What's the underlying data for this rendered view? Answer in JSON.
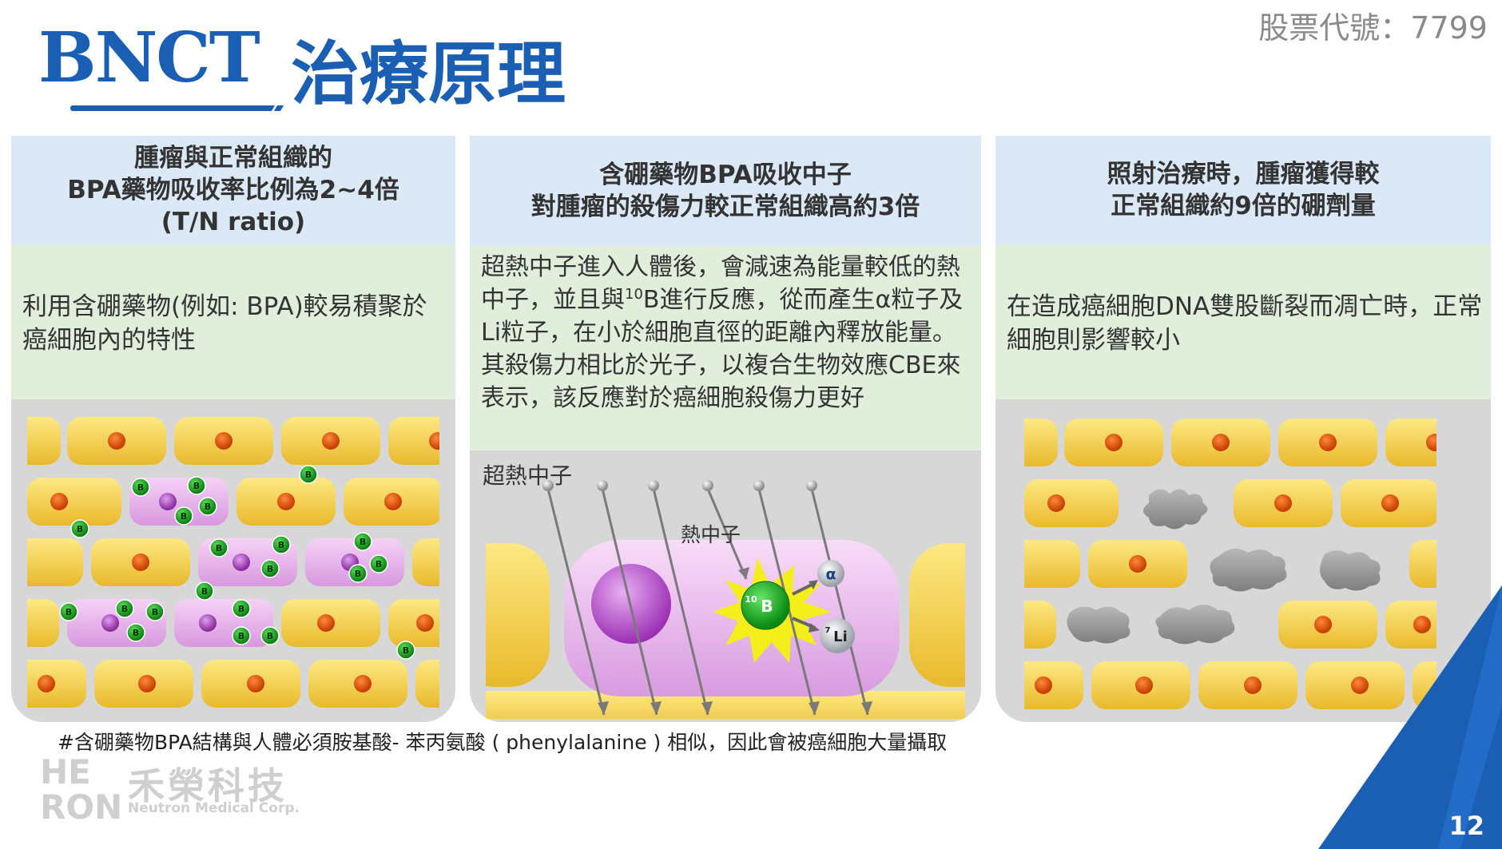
{
  "header": {
    "title_en": "BNCT",
    "title_zh": "治療原理",
    "stock_code": "股票代號：7799"
  },
  "panels": [
    {
      "head_lines": [
        "腫瘤與正常組織的",
        "BPA藥物吸收率比例為2~4倍",
        "(T/N ratio)"
      ],
      "body": "利用含硼藥物(例如: BPA)較易積聚於癌細胞內的特性"
    },
    {
      "head_lines": [
        "含硼藥物BPA吸收中子",
        "對腫瘤的殺傷力較正常組織高約3倍"
      ],
      "body_pre": "超熱中子進入人體後，會減速為能量較低的熱中子，並且與",
      "body_sup": "10",
      "body_post": "B進行反應，從而產生α粒子及Li粒子，在小於細胞直徑的距離內釋放能量。其殺傷力相比於光子，以複合生物效應CBE來表示，該反應對於癌細胞殺傷力更好",
      "label_epithermal": "超熱中子",
      "label_thermal": "熱中子",
      "boron_label": "B",
      "boron_mass": "10",
      "alpha_label": "α",
      "li_label": "Li",
      "li_mass": "7"
    },
    {
      "head_lines": [
        "照射治療時，腫瘤獲得較",
        "正常組織約9倍的硼劑量"
      ],
      "body": "在造成癌細胞DNA雙股斷裂而凋亡時，正常細胞則影響較小"
    }
  ],
  "boron_marker": "B",
  "footnote": "#含硼藥物BPA結構與人體必須胺基酸- 苯丙氨酸 ( phenylalanine ) 相似，因此會被癌細胞大量攝取",
  "logo": {
    "mark_line1": "HE",
    "mark_line2": "RON",
    "name_zh": "禾榮科技",
    "name_en": "Neutron Medical Corp."
  },
  "page_number": "12",
  "colors": {
    "brand_blue": "#1a5fb4",
    "cell_yellow": "#f6d64a",
    "tumor_pink": "#e9b6ee",
    "boron_green": "#1fae2b"
  }
}
